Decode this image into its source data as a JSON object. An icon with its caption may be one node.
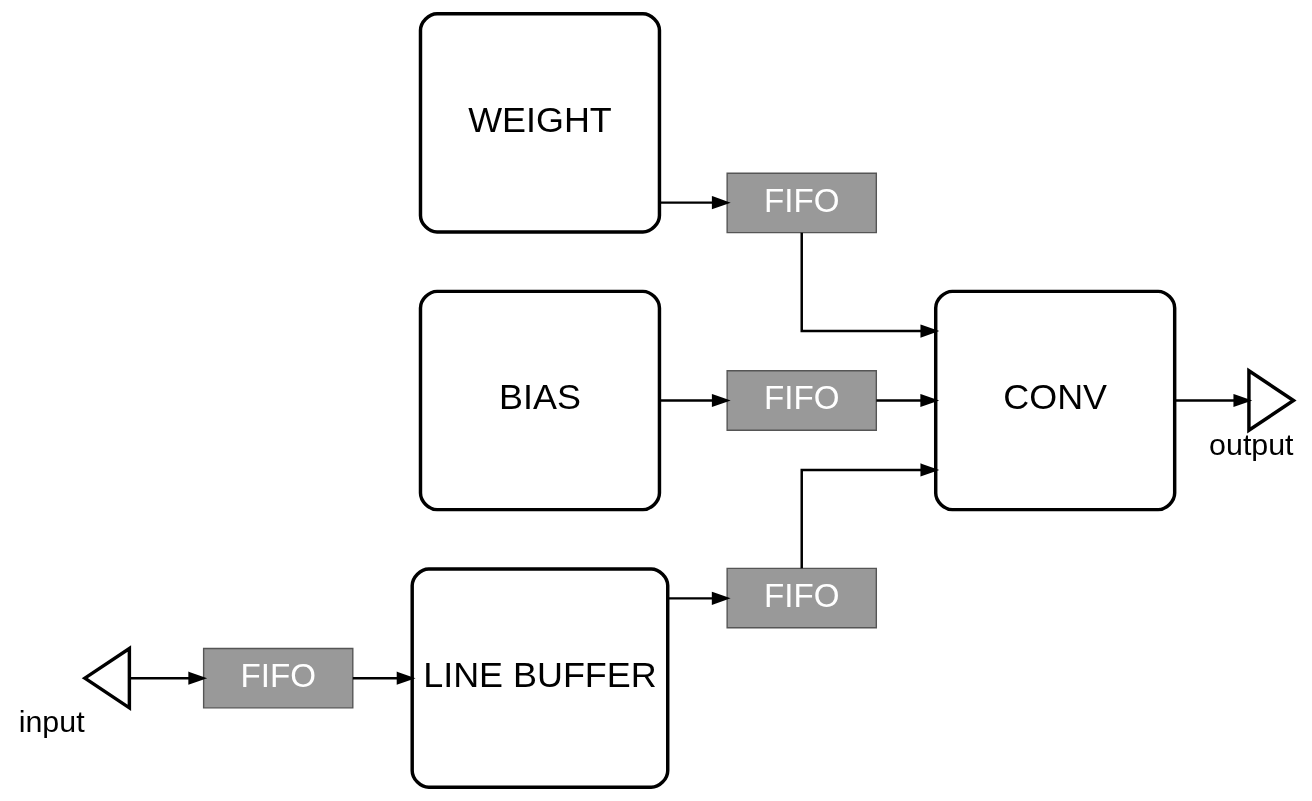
{
  "diagram": {
    "nodes": [
      {
        "text": [
          "WEIGHT"
        ]
      },
      {
        "text": [
          "FIFO"
        ]
      },
      {
        "text": [
          "BIAS"
        ]
      },
      {
        "text": [
          "FIFO"
        ]
      },
      {
        "text": [],
        "shape": "triangle",
        "beside": [
          "input"
        ]
      },
      {
        "text": [
          "FIFO"
        ]
      },
      {
        "text": [
          "LINE BUFFER"
        ]
      },
      {
        "text": [
          "FIFO"
        ]
      },
      {
        "text": [
          "CONV"
        ]
      },
      {
        "text": [],
        "shape": "triangle",
        "beside": [
          "output"
        ]
      }
    ],
    "edges": [
      {
        "from": 0,
        "to": 1,
        "arrow": "to"
      },
      {
        "from": 1,
        "to": 8,
        "arrow": "to"
      },
      {
        "from": 2,
        "to": 3,
        "arrow": "to"
      },
      {
        "from": 3,
        "to": 8,
        "arrow": "to"
      },
      {
        "from": 4,
        "to": 5,
        "arrow": "to"
      },
      {
        "from": 5,
        "to": 6,
        "arrow": "to"
      },
      {
        "from": 6,
        "to": 7,
        "arrow": "to"
      },
      {
        "from": 7,
        "to": 8,
        "arrow": "to"
      },
      {
        "from": 8,
        "to": 9,
        "arrow": "to"
      }
    ]
  }
}
